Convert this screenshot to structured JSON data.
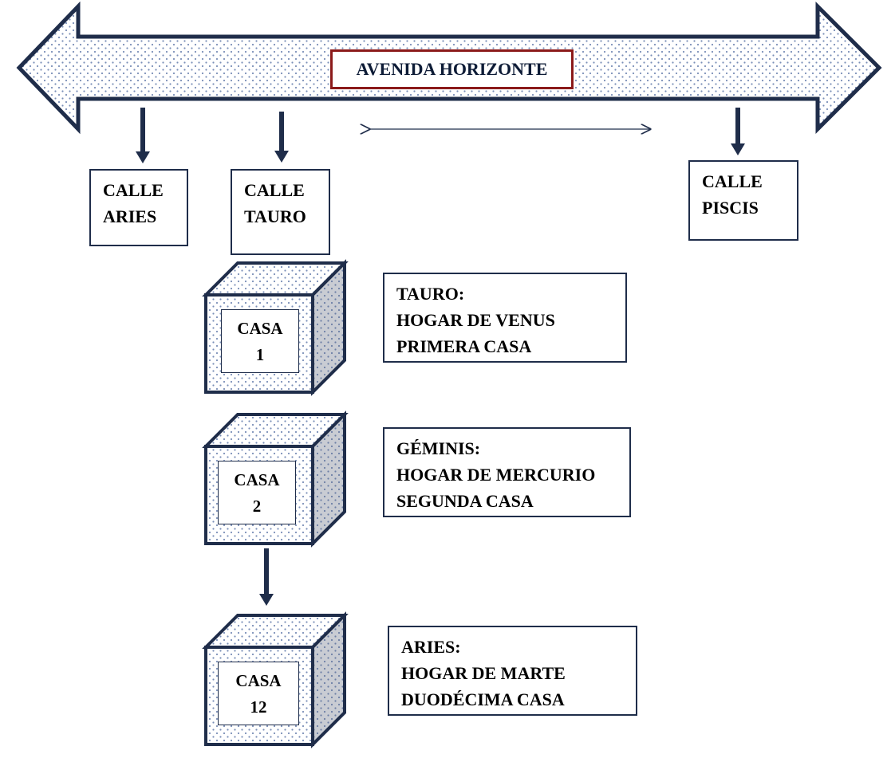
{
  "avenue": {
    "title": "AVENIDA HORIZONTE"
  },
  "streets": [
    {
      "line1": "CALLE",
      "line2": "ARIES"
    },
    {
      "line1": "CALLE",
      "line2": "TAURO"
    },
    {
      "line1": "CALLE",
      "line2": "PISCIS"
    }
  ],
  "houses": [
    {
      "label": "CASA",
      "number": "1",
      "info": [
        "TAURO:",
        "HOGAR DE VENUS",
        "PRIMERA CASA"
      ]
    },
    {
      "label": "CASA",
      "number": "2",
      "info": [
        "GÉMINIS:",
        "HOGAR DE MERCURIO",
        "SEGUNDA CASA"
      ]
    },
    {
      "label": "CASA",
      "number": "12",
      "info": [
        "ARIES:",
        "HOGAR DE MARTE",
        "DUODÉCIMA CASA"
      ]
    }
  ],
  "colors": {
    "stroke": "#1f2d4a",
    "dots": "#7a8fb8",
    "avenue_border": "#8b1a1a"
  }
}
